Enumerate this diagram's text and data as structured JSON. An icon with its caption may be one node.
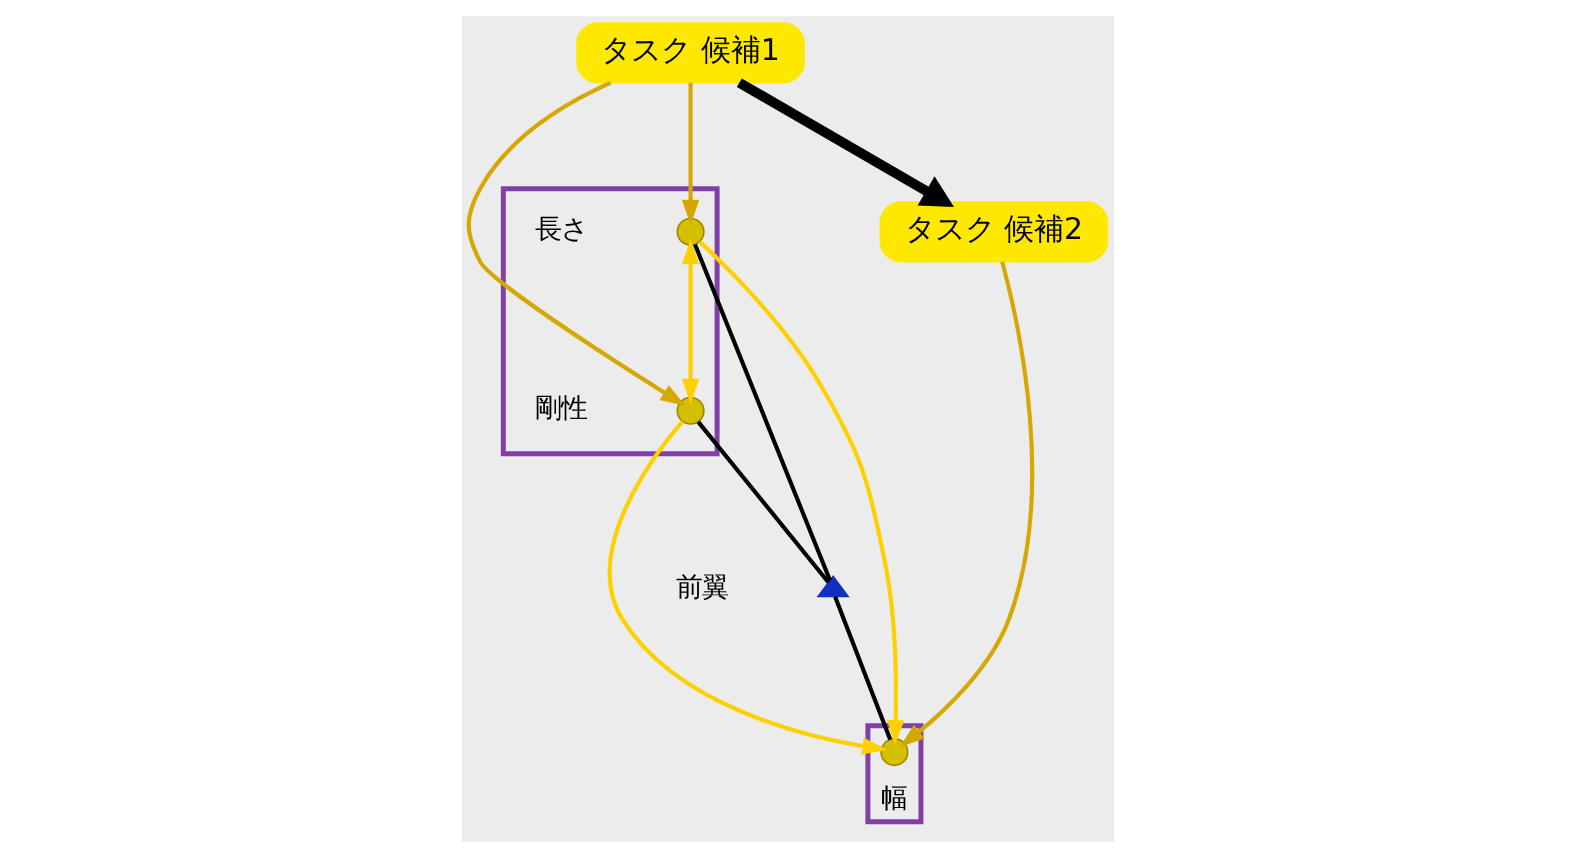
{
  "diagram": {
    "nodes": [
      {
        "text": [],
        "shape": "box"
      },
      {
        "text": [],
        "shape": "circle",
        "beside": [
          "長さ"
        ],
        "in": 0
      },
      {
        "text": [],
        "shape": "circle",
        "beside": [
          "剛性"
        ],
        "in": 0
      },
      {
        "text": [],
        "shape": "triangle",
        "beside": [
          "前翼"
        ]
      },
      {
        "text": [],
        "shape": "box",
        "beside": [
          "幅"
        ]
      },
      {
        "text": [],
        "shape": "circle",
        "in": 4
      },
      {
        "text": [
          "タスク 候補1"
        ]
      },
      {
        "text": [
          "タスク 候補2"
        ]
      }
    ],
    "edges": [
      {
        "from": 1,
        "to": 3,
        "arrow": "none",
        "color": "#000000"
      },
      {
        "from": 3,
        "to": 5,
        "arrow": "none",
        "color": "#000000"
      },
      {
        "from": 2,
        "to": 3,
        "arrow": "none",
        "color": "#000000"
      },
      {
        "from": 1,
        "to": 2,
        "arrow": "both",
        "color": "#ffd000"
      },
      {
        "from": 1,
        "to": 5,
        "arrow": "to",
        "color": "#ffd000"
      },
      {
        "from": 2,
        "to": 5,
        "arrow": "to",
        "color": "#ffd000"
      },
      {
        "from": 6,
        "to": 1,
        "arrow": "to",
        "color": "#d4a800"
      },
      {
        "from": 6,
        "to": 2,
        "arrow": "to",
        "color": "#d4a800"
      },
      {
        "from": 7,
        "to": 5,
        "arrow": "to",
        "color": "#d4a800"
      },
      {
        "from": 6,
        "to": 7,
        "arrow": "to",
        "style": "thick",
        "color": "#000000"
      }
    ]
  }
}
